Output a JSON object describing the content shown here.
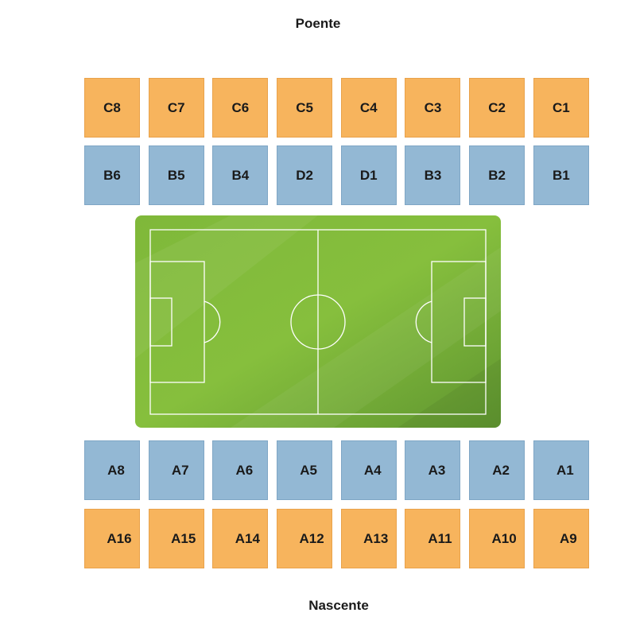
{
  "labels": {
    "top": "Poente",
    "bottom": "Nascente"
  },
  "colors": {
    "orange": "#f7b45d",
    "blue": "#93b8d4",
    "pitch_light": "#8cc43f",
    "pitch_dark": "#5f9530"
  },
  "rows": {
    "c": {
      "color": "orange",
      "sections": [
        "C8",
        "C7",
        "C6",
        "C5",
        "C4",
        "C3",
        "C2",
        "C1"
      ]
    },
    "b": {
      "color": "blue",
      "sections": [
        "B6",
        "B5",
        "B4",
        "D2",
        "D1",
        "B3",
        "B2",
        "B1"
      ]
    },
    "a_inner": {
      "color": "blue",
      "sections": [
        "A8",
        "A7",
        "A6",
        "A5",
        "A4",
        "A3",
        "A2",
        "A1"
      ]
    },
    "a_outer": {
      "color": "orange",
      "sections": [
        "A16",
        "A15",
        "A14",
        "A12",
        "A13",
        "A11",
        "A10",
        "A9"
      ]
    }
  }
}
